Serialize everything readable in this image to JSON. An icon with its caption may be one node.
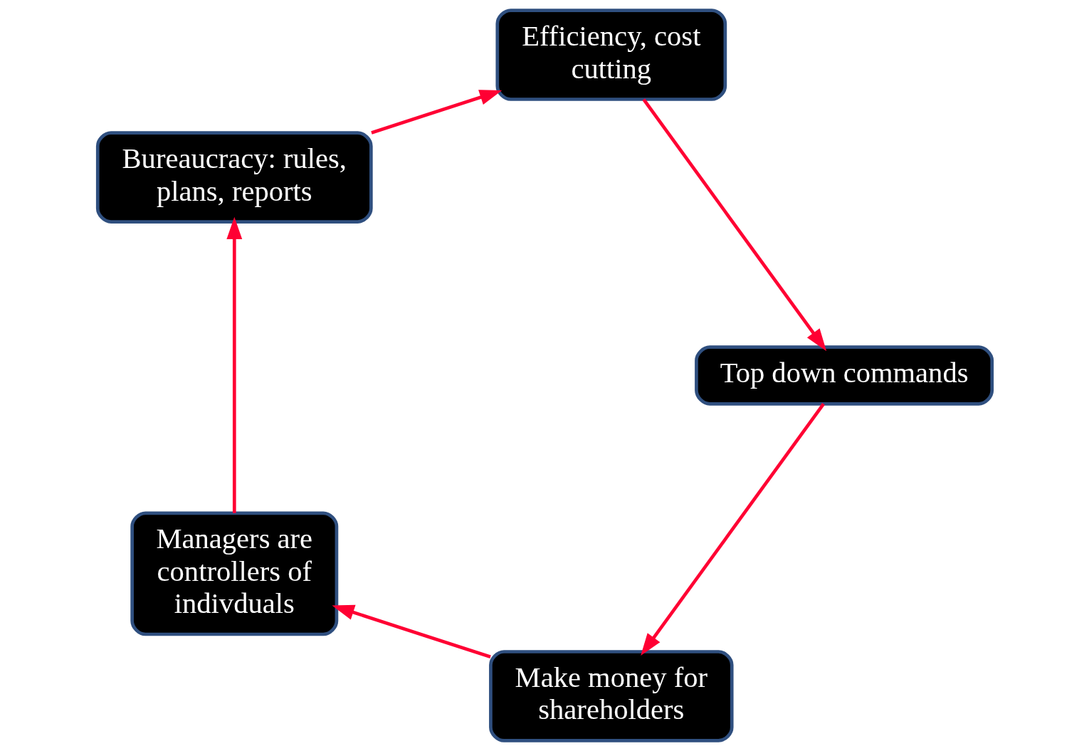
{
  "diagram": {
    "nodes": [
      {
        "text": [
          "Make money for shareholders"
        ]
      },
      {
        "text": [
          "Managers are controllers of indivduals"
        ]
      },
      {
        "text": [
          "Bureaucracy: rules, plans, reports"
        ]
      },
      {
        "text": [
          "Efficiency, cost cutting"
        ]
      },
      {
        "text": [
          "Top down commands"
        ]
      }
    ],
    "edges": [
      {
        "from": 0,
        "to": 1,
        "arrow": "to"
      },
      {
        "from": 1,
        "to": 2,
        "arrow": "to"
      },
      {
        "from": 2,
        "to": 3,
        "arrow": "to"
      },
      {
        "from": 3,
        "to": 4,
        "arrow": "to"
      },
      {
        "from": 4,
        "to": 0,
        "arrow": "to"
      }
    ]
  }
}
